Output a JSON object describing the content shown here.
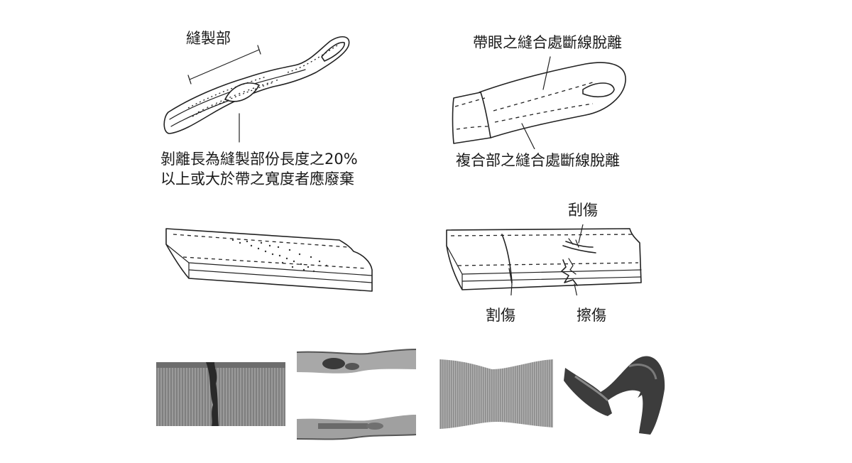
{
  "panels": {
    "stitch_peel": {
      "label_top": "縫製部",
      "caption_line1": "剝離長為縫製部份長度之20%",
      "caption_line2": "以上或大於帶之寬度者應廢棄"
    },
    "eye_break": {
      "label_top": "帶眼之縫合處斷線脫離",
      "label_bottom": "複合部之縫合處斷線脫離"
    },
    "damage": {
      "scratch": "刮傷",
      "cut": "割傷",
      "abrasion": "擦傷"
    }
  }
}
